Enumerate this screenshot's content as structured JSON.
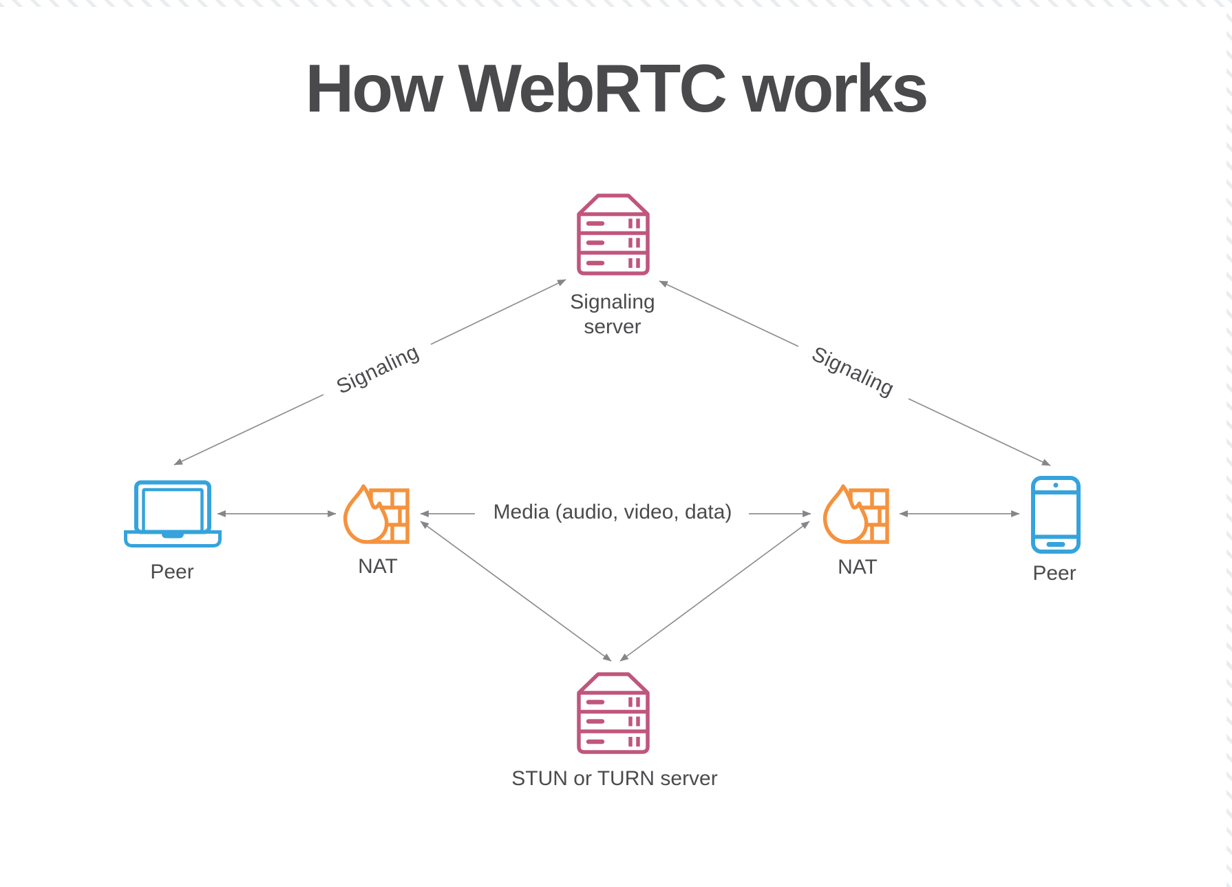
{
  "title": "How WebRTC works",
  "nodes": {
    "signaling_server": {
      "label": "Signaling\nserver",
      "icon": "server-icon"
    },
    "stun_turn_server": {
      "label": "STUN or TURN server",
      "icon": "server-icon"
    },
    "peer_left": {
      "label": "Peer",
      "icon": "laptop-icon"
    },
    "nat_left": {
      "label": "NAT",
      "icon": "firewall-icon"
    },
    "nat_right": {
      "label": "NAT",
      "icon": "firewall-icon"
    },
    "peer_right": {
      "label": "Peer",
      "icon": "smartphone-icon"
    }
  },
  "edges": {
    "signaling_left": {
      "label": "Signaling"
    },
    "signaling_right": {
      "label": "Signaling"
    },
    "media": {
      "label": "Media (audio, video, data)"
    }
  },
  "colors": {
    "server_pink": "#c0567d",
    "peer_blue": "#35a3dc",
    "nat_orange": "#f5923e",
    "arrow_gray": "#8d8d92",
    "text_dark": "#4b4b4e"
  }
}
